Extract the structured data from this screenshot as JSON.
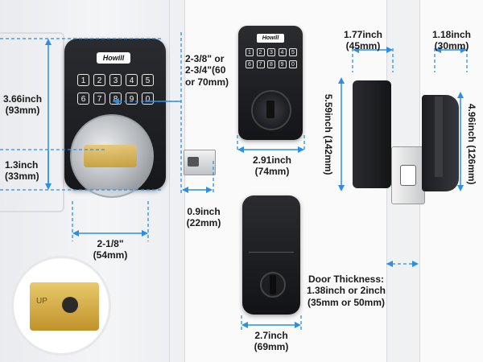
{
  "brand": {
    "logo_text": "Howill"
  },
  "keypad": {
    "keys": [
      "1",
      "2",
      "3",
      "4",
      "5",
      "6",
      "7",
      "8",
      "9",
      "0"
    ]
  },
  "dimensions": {
    "height": {
      "inch": "3.66inch",
      "mm": "(93mm)"
    },
    "latch_offset": {
      "inch": "1.3inch",
      "mm": "(33mm)"
    },
    "backset": {
      "line1": "2-3/8\" or",
      "line2": "2-3/4\"(60",
      "line3": "or 70mm)"
    },
    "bolt_throw": {
      "inch": "0.9inch",
      "mm": "(22mm)"
    },
    "hole_diameter": {
      "inch": "2-1/8\"",
      "mm": "(54mm)"
    },
    "front_width": {
      "inch": "2.91inch",
      "mm": "(74mm)"
    },
    "front_height": {
      "text": "5.59inch (142mm)"
    },
    "inner_depth": {
      "inch": "1.77inch",
      "mm": "(45mm)"
    },
    "outer_depth": {
      "inch": "1.18inch",
      "mm": "(30mm)"
    },
    "side_height": {
      "text": "4.96inch (126mm)"
    },
    "back_width": {
      "inch": "2.7inch",
      "mm": "(69mm)"
    },
    "door_thickness": {
      "line1": "Door Thickness:",
      "line2": "1.38inch or 2inch",
      "line3": "(35mm or 50mm)"
    }
  },
  "inset": {
    "text": "UP"
  },
  "colors": {
    "dimension_line": "#2b8fe3",
    "lock_body": "#1a1b1e",
    "latch_gold": "#d4a83a"
  }
}
